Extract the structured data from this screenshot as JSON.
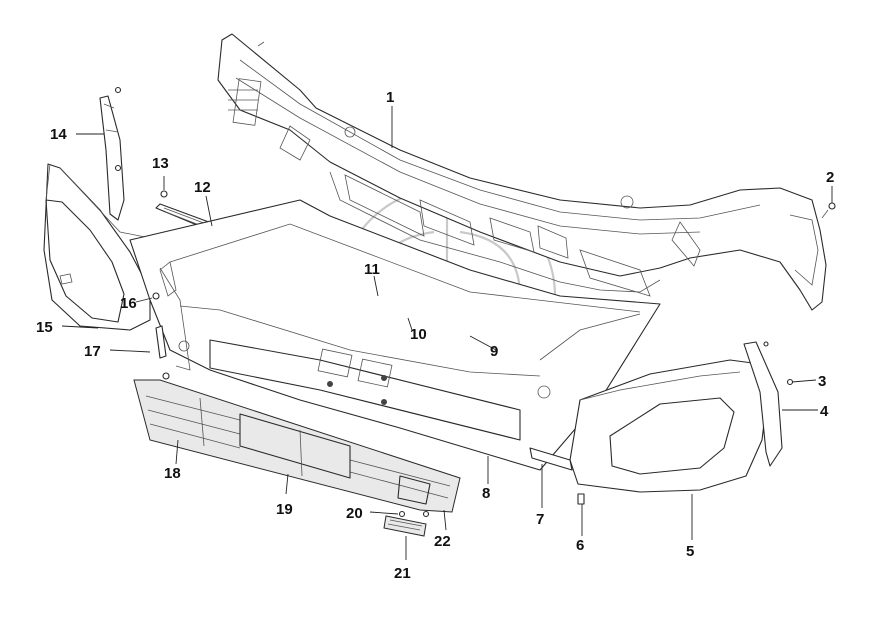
{
  "labels": [
    {
      "id": "1",
      "text": "1"
    },
    {
      "id": "2",
      "text": "2"
    },
    {
      "id": "3",
      "text": "3"
    },
    {
      "id": "4",
      "text": "4"
    },
    {
      "id": "5",
      "text": "5"
    },
    {
      "id": "6",
      "text": "6"
    },
    {
      "id": "7",
      "text": "7"
    },
    {
      "id": "8",
      "text": "8"
    },
    {
      "id": "9",
      "text": "9"
    },
    {
      "id": "10",
      "text": "10"
    },
    {
      "id": "11",
      "text": "11"
    },
    {
      "id": "12",
      "text": "12"
    },
    {
      "id": "13",
      "text": "13"
    },
    {
      "id": "14",
      "text": "14"
    },
    {
      "id": "15",
      "text": "15"
    },
    {
      "id": "16",
      "text": "16"
    },
    {
      "id": "17",
      "text": "17"
    },
    {
      "id": "18",
      "text": "18"
    },
    {
      "id": "19",
      "text": "19"
    },
    {
      "id": "20",
      "text": "20"
    },
    {
      "id": "21",
      "text": "21"
    },
    {
      "id": "22",
      "text": "22"
    }
  ],
  "colors": {
    "line": "#2a2a2a",
    "watermark": "#c9c9c9",
    "background": "#ffffff"
  }
}
